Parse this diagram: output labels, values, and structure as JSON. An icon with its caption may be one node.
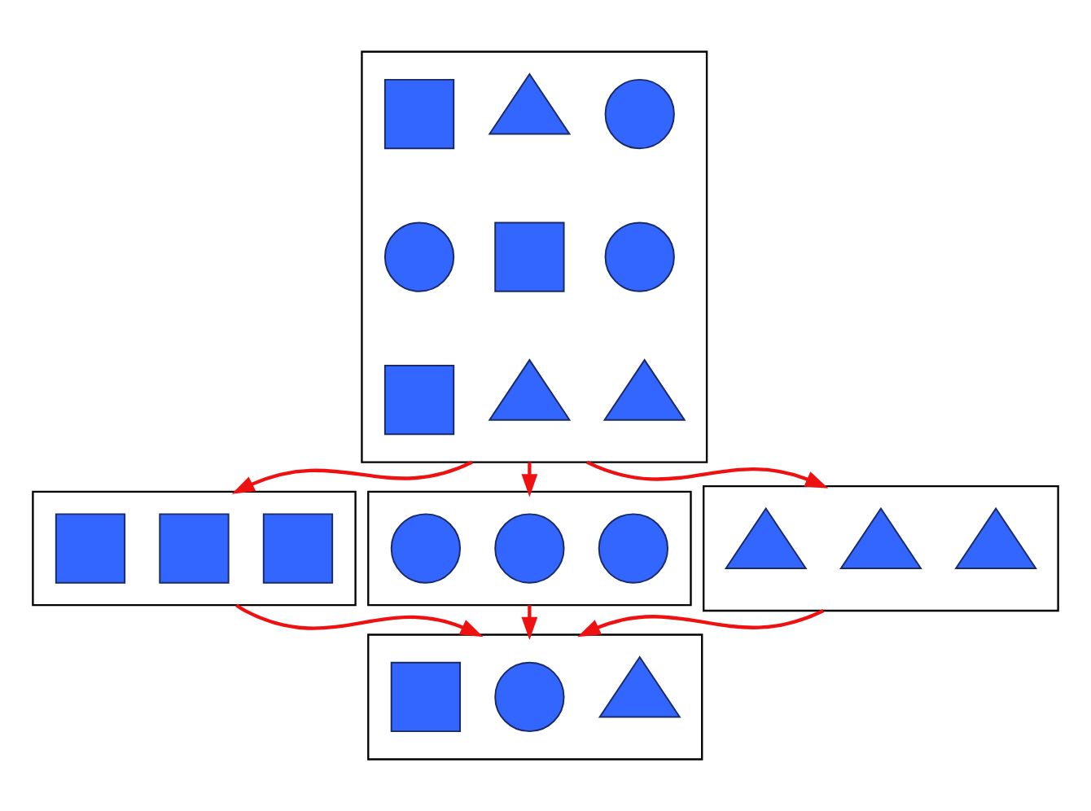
{
  "diagram": {
    "nodes": [
      {
        "text": [],
        "shape": "box"
      },
      {
        "text": [],
        "shape": "square",
        "in": 0
      },
      {
        "text": [],
        "shape": "triangle",
        "in": 0
      },
      {
        "text": [],
        "shape": "circle",
        "in": 0
      },
      {
        "text": [],
        "shape": "circle",
        "in": 0
      },
      {
        "text": [],
        "shape": "square",
        "in": 0
      },
      {
        "text": [],
        "shape": "circle",
        "in": 0
      },
      {
        "text": [],
        "shape": "square",
        "in": 0
      },
      {
        "text": [],
        "shape": "triangle",
        "in": 0
      },
      {
        "text": [],
        "shape": "triangle",
        "in": 0
      },
      {
        "text": [],
        "shape": "box"
      },
      {
        "text": [],
        "shape": "square",
        "in": 10
      },
      {
        "text": [],
        "shape": "square",
        "in": 10
      },
      {
        "text": [],
        "shape": "square",
        "in": 10
      },
      {
        "text": [],
        "shape": "box"
      },
      {
        "text": [],
        "shape": "circle",
        "in": 14
      },
      {
        "text": [],
        "shape": "circle",
        "in": 14
      },
      {
        "text": [],
        "shape": "circle",
        "in": 14
      },
      {
        "text": [],
        "shape": "box"
      },
      {
        "text": [],
        "shape": "triangle",
        "in": 18
      },
      {
        "text": [],
        "shape": "triangle",
        "in": 18
      },
      {
        "text": [],
        "shape": "triangle",
        "in": 18
      },
      {
        "text": [],
        "shape": "box"
      },
      {
        "text": [],
        "shape": "square",
        "in": 22
      },
      {
        "text": [],
        "shape": "circle",
        "in": 22
      },
      {
        "text": [],
        "shape": "triangle",
        "in": 22
      }
    ],
    "edges": [
      {
        "from": 0,
        "to": 10,
        "arrow": "to"
      },
      {
        "from": 0,
        "to": 14,
        "arrow": "to"
      },
      {
        "from": 0,
        "to": 18,
        "arrow": "to"
      },
      {
        "from": 10,
        "to": 22,
        "arrow": "to"
      },
      {
        "from": 14,
        "to": 22,
        "arrow": "to"
      },
      {
        "from": 18,
        "to": 22,
        "arrow": "to"
      }
    ]
  }
}
